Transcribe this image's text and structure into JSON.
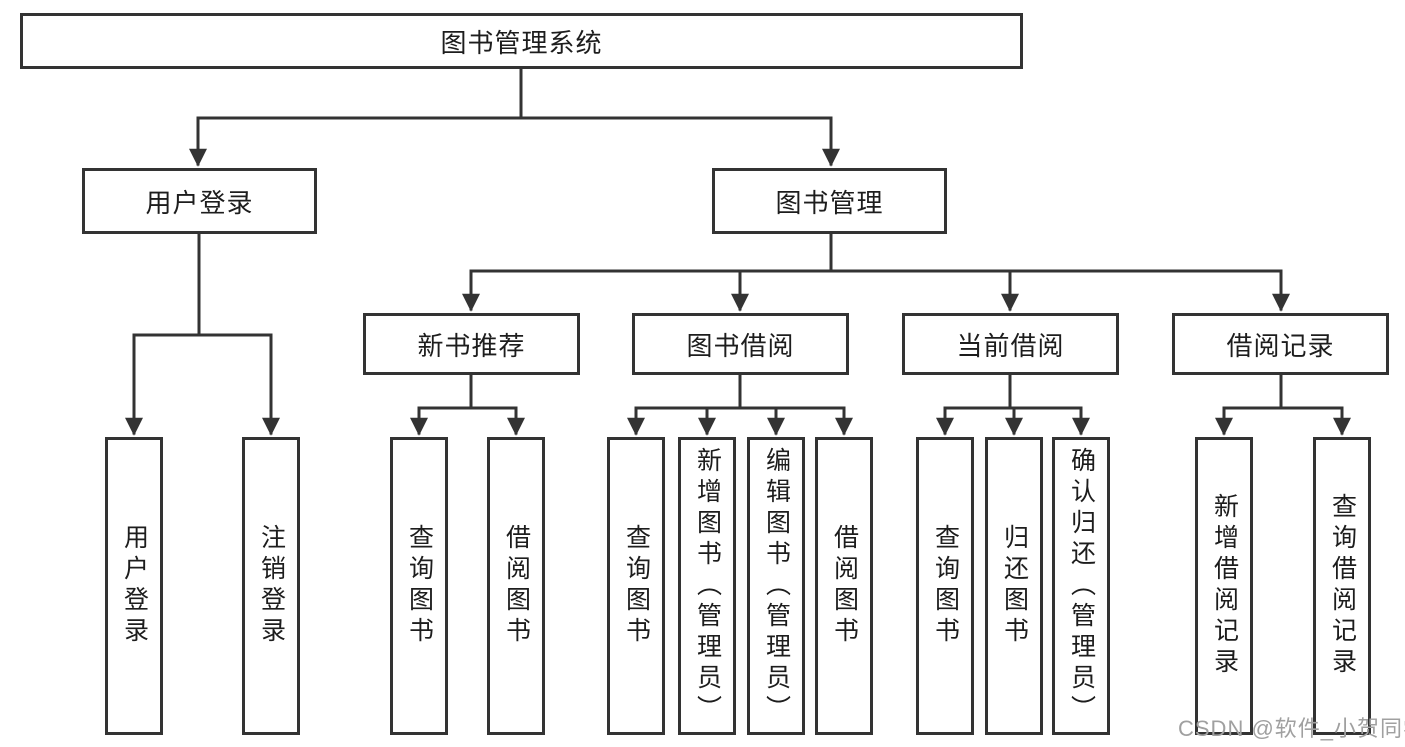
{
  "diagram": {
    "title": "图书管理系统",
    "watermark": "CSDN @软件_小贺同学",
    "colors": {
      "line": "#333333",
      "box_border": "#333333",
      "text": "#1d1d1d",
      "watermark": "#a0a0a0",
      "background": "#ffffff"
    },
    "nodes": {
      "root": {
        "label": "图书管理系统"
      },
      "user_login": {
        "label": "用户登录"
      },
      "book_mgmt": {
        "label": "图书管理"
      },
      "new_books": {
        "label": "新书推荐"
      },
      "book_borrow": {
        "label": "图书借阅"
      },
      "cur_borrow": {
        "label": "当前借阅"
      },
      "borrow_log": {
        "label": "借阅记录"
      },
      "leaf_login": {
        "label": "用户登录"
      },
      "leaf_logout": {
        "label": "注销登录"
      },
      "leaf_nb_query": {
        "label": "查询图书"
      },
      "leaf_nb_borrow": {
        "label": "借阅图书"
      },
      "leaf_bb_query": {
        "label": "查询图书"
      },
      "leaf_bb_add": {
        "label": "新增图书（管理员）"
      },
      "leaf_bb_edit": {
        "label": "编辑图书（管理员）"
      },
      "leaf_bb_borrow": {
        "label": "借阅图书"
      },
      "leaf_cb_query": {
        "label": "查询图书"
      },
      "leaf_cb_return": {
        "label": "归还图书"
      },
      "leaf_cb_confirm": {
        "label": "确认归还（管理员）"
      },
      "leaf_br_add": {
        "label": "新增借阅记录"
      },
      "leaf_br_query": {
        "label": "查询借阅记录"
      }
    },
    "structure": [
      {
        "parent": "图书管理系统",
        "children": [
          "用户登录",
          "图书管理"
        ]
      },
      {
        "parent": "用户登录",
        "children": [
          "用户登录",
          "注销登录"
        ]
      },
      {
        "parent": "图书管理",
        "children": [
          "新书推荐",
          "图书借阅",
          "当前借阅",
          "借阅记录"
        ]
      },
      {
        "parent": "新书推荐",
        "children": [
          "查询图书",
          "借阅图书"
        ]
      },
      {
        "parent": "图书借阅",
        "children": [
          "查询图书",
          "新增图书（管理员）",
          "编辑图书（管理员）",
          "借阅图书"
        ]
      },
      {
        "parent": "当前借阅",
        "children": [
          "查询图书",
          "归还图书",
          "确认归还（管理员）"
        ]
      },
      {
        "parent": "借阅记录",
        "children": [
          "新增借阅记录",
          "查询借阅记录"
        ]
      }
    ]
  }
}
